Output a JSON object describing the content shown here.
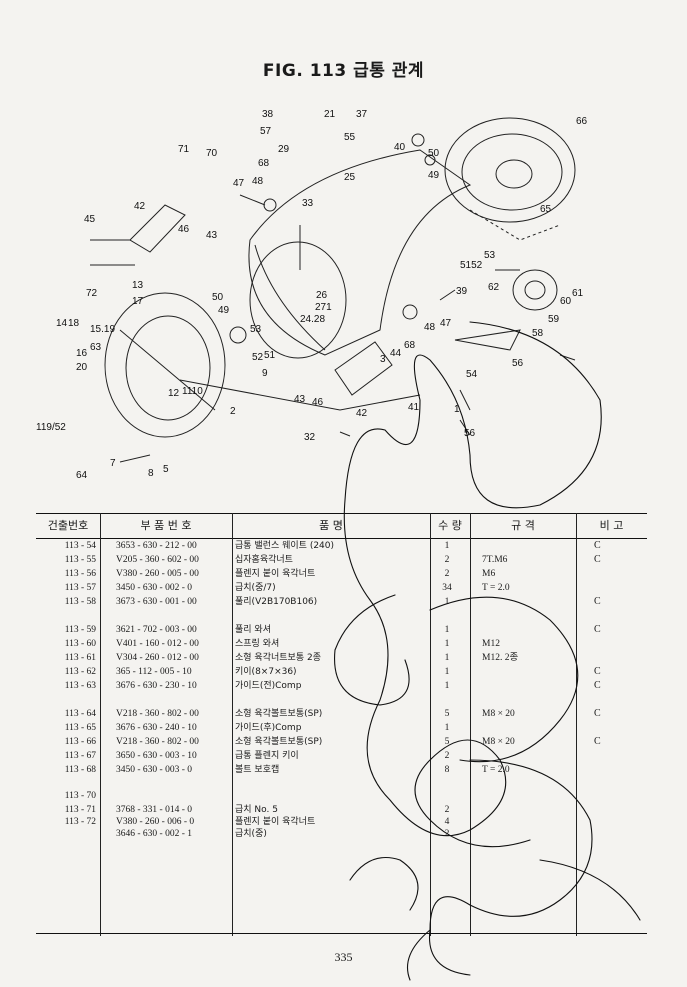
{
  "title": "FIG. 113 급통 관계",
  "diagram_labels": [
    "38",
    "21",
    "37",
    "57",
    "29",
    "55",
    "71",
    "70",
    "45",
    "42",
    "46",
    "43",
    "47",
    "48",
    "68",
    "33",
    "50",
    "40",
    "49",
    "25",
    "65",
    "66",
    "72",
    "13",
    "17",
    "14",
    "18",
    "15",
    "19",
    "16",
    "63",
    "20",
    "50",
    "49",
    "53",
    "52",
    "51",
    "26",
    "271",
    "24",
    "28",
    "39",
    "48",
    "47",
    "68",
    "62",
    "60",
    "61",
    "59",
    "58",
    "56",
    "54",
    "1",
    "2",
    "3",
    "9",
    "43",
    "46",
    "12",
    "11",
    "10",
    "1",
    "42",
    "41",
    "32",
    "7",
    "8",
    "5",
    "64",
    "119",
    "52",
    "44",
    "5152",
    "53"
  ],
  "table": {
    "headers": {
      "no": "건출번호",
      "part": "부 품 번 호",
      "name": "품 명",
      "qty": "수 량",
      "spec": "규 격",
      "note": "비 고"
    },
    "rows": [
      {
        "no": "113 - 54",
        "part": "3653 - 630 - 212 - 00",
        "name": "급통 밸런스 웨이트 (240)",
        "qty": "1",
        "spec": "",
        "note": "C"
      },
      {
        "no": "113 - 55",
        "part": "V205 - 360 - 602 - 00",
        "name": "십자홈육각너트",
        "qty": "2",
        "spec": "7T.M6",
        "note": "C"
      },
      {
        "no": "113 - 56",
        "part": "V380 - 260 - 005 - 00",
        "name": "플렌지 붙이 육각너트",
        "qty": "2",
        "spec": "M6",
        "note": ""
      },
      {
        "no": "113 - 57",
        "part": "3450 - 630 - 002 - 0",
        "name": "급치(중/7)",
        "qty": "34",
        "spec": "T = 2.0",
        "note": ""
      },
      {
        "no": "113 - 58",
        "part": "3673 - 630 - 001 - 00",
        "name": "풀리(V2B170B106)",
        "qty": "1",
        "spec": "",
        "note": "C"
      },
      {
        "no": "113 - 59",
        "part": "3621 - 702 - 003 - 00",
        "name": "풀리 와셔",
        "qty": "1",
        "spec": "",
        "note": "C"
      },
      {
        "no": "113 - 60",
        "part": "V401 - 160 - 012 - 00",
        "name": "스프링 와셔",
        "qty": "1",
        "spec": "M12",
        "note": ""
      },
      {
        "no": "113 - 61",
        "part": "V304 - 260 - 012 - 00",
        "name": "소형 육각너트보통 2종",
        "qty": "1",
        "spec": "M12. 2종",
        "note": ""
      },
      {
        "no": "113 - 62",
        "part": "365 - 112 - 005 - 10",
        "name": "키이(8×7×36)",
        "qty": "1",
        "spec": "",
        "note": "C"
      },
      {
        "no": "113 - 63",
        "part": "3676 - 630 - 230 - 10",
        "name": "가이드(전)Comp",
        "qty": "1",
        "spec": "",
        "note": "C"
      },
      {
        "no": "113 - 64",
        "part": "V218 - 360 - 802 - 00",
        "name": "소형 육각볼트보통(SP)",
        "qty": "5",
        "spec": "M8 × 20",
        "note": "C"
      },
      {
        "no": "113 - 65",
        "part": "3676 - 630 - 240 - 10",
        "name": "가이드(후)Comp",
        "qty": "1",
        "spec": "",
        "note": ""
      },
      {
        "no": "113 - 66",
        "part": "V218 - 360 - 802 - 00",
        "name": "소형 육각볼트보통(SP)",
        "qty": "5",
        "spec": "M8 × 20",
        "note": "C"
      },
      {
        "no": "113 - 67",
        "part": "3650 - 630 - 003 - 10",
        "name": "급통 플렌지 키이",
        "qty": "2",
        "spec": "",
        "note": ""
      },
      {
        "no": "113 - 68",
        "part": "3450 - 630 - 003 - 0",
        "name": "볼트 보호캡",
        "qty": "8",
        "spec": "T = 2.0",
        "note": ""
      },
      {
        "no": "113 - 70",
        "part": "",
        "name": "",
        "qty": "",
        "spec": "",
        "note": ""
      },
      {
        "no": "113 - 71",
        "part": "3768 - 331 - 014 - 0",
        "name": "급치 No. 5",
        "qty": "2",
        "spec": "",
        "note": ""
      },
      {
        "no": "113 - 72",
        "part": "V380 - 260 - 006 - 0",
        "name": "플렌지 붙이 육각너트",
        "qty": "4",
        "spec": "",
        "note": ""
      },
      {
        "no": "",
        "part": "3646 - 630 - 002 - 1",
        "name": "급치(중)",
        "qty": "2",
        "spec": "",
        "note": ""
      }
    ]
  },
  "page_number": "335"
}
